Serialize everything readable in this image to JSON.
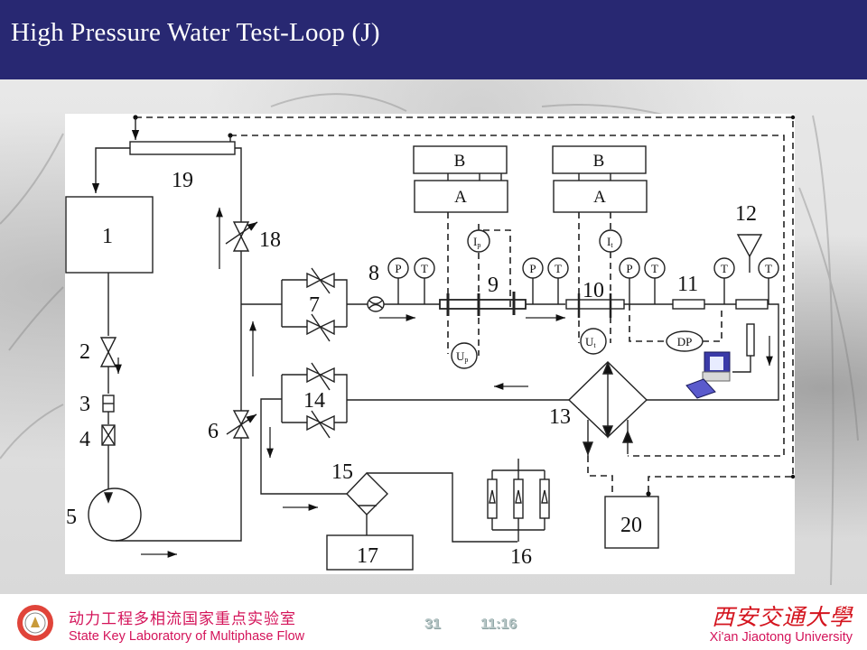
{
  "slide": {
    "title": "High Pressure Water Test-Loop (J)",
    "page_number": "31",
    "time": "11:16"
  },
  "footer": {
    "lab_name_cn": "动力工程多相流国家重点实验室",
    "lab_name_en": "State Key Laboratory of Multiphase Flow",
    "university_cn": "西安交通大學",
    "university_en": "Xi'an Jiaotong University",
    "logo_icon": "university-seal-icon"
  },
  "colors": {
    "header_bg": "#282872",
    "footer_text": "#d4145a",
    "university_red": "#d4141e",
    "page_meta": "#b7c6c6"
  },
  "diagram": {
    "components": {
      "c1": "1",
      "c2": "2",
      "c3": "3",
      "c4": "4",
      "c5": "5",
      "c6": "6",
      "c7": "7",
      "c8": "8",
      "c9": "9",
      "c10": "10",
      "c11": "11",
      "c12": "12",
      "c13": "13",
      "c14": "14",
      "c15": "15",
      "c16": "16",
      "c17": "17",
      "c18": "18",
      "c19": "19",
      "c20": "20"
    },
    "instruments": {
      "pressure": "P",
      "temperature": "T",
      "differential_pressure": "DP",
      "power_box_a": "A",
      "power_box_b": "B",
      "current_p": "I",
      "current_p_sub": "p",
      "current_t": "I",
      "current_t_sub": "t",
      "voltage_p": "U",
      "voltage_p_sub": "p",
      "voltage_t": "U",
      "voltage_t_sub": "t"
    }
  }
}
